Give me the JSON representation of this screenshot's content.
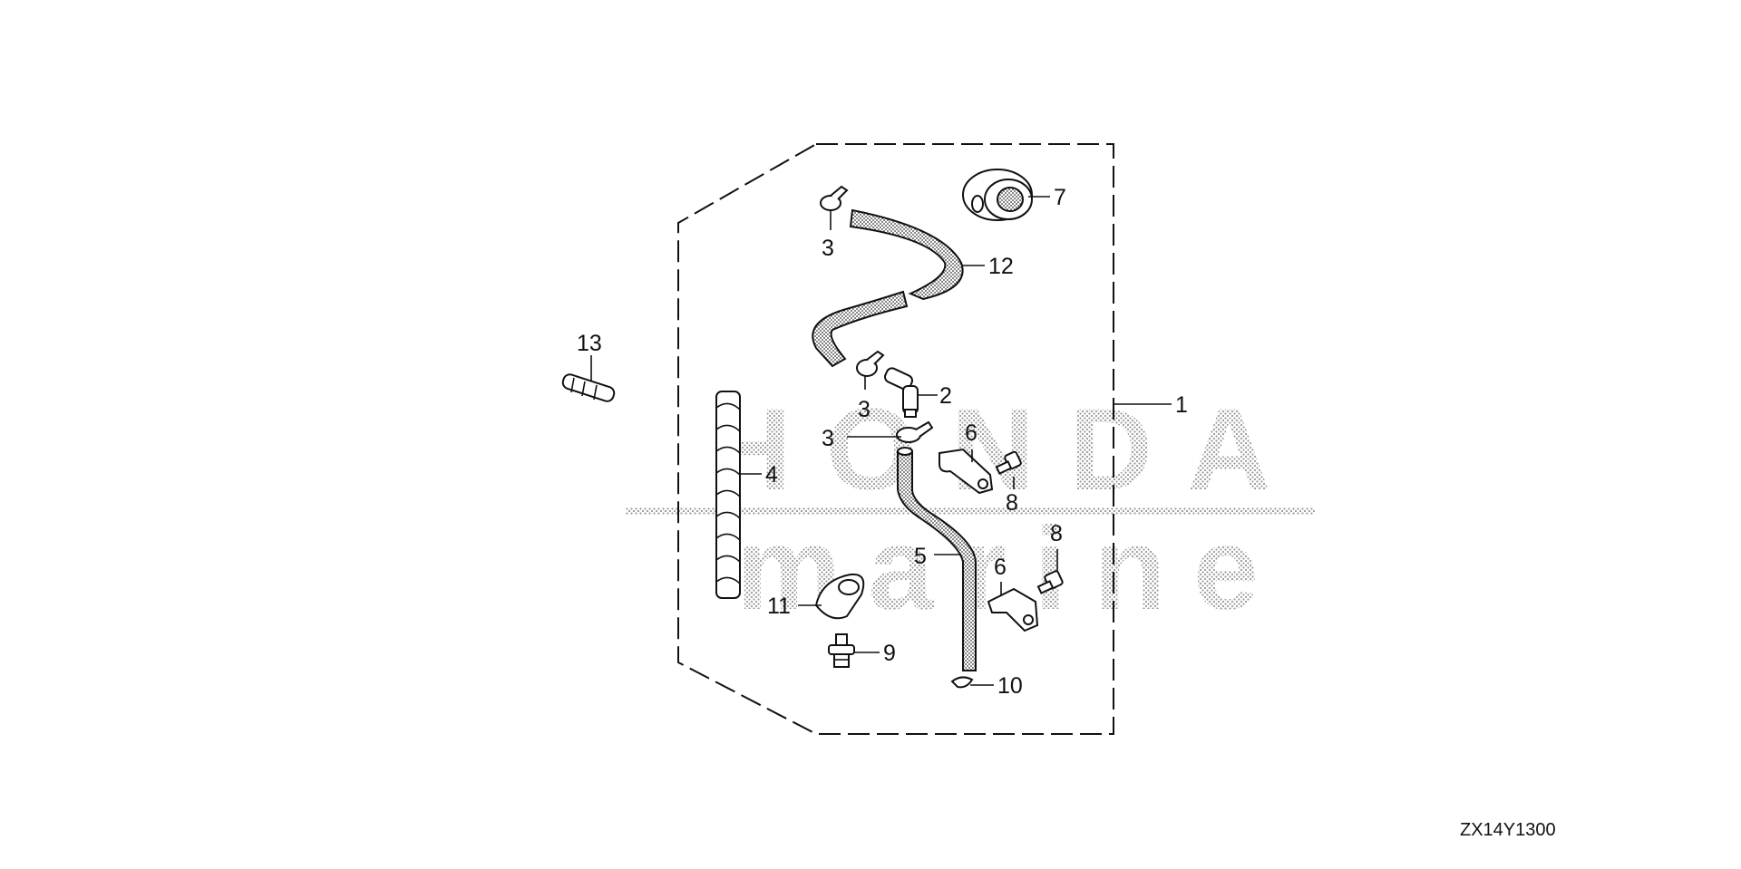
{
  "diagram": {
    "code": "ZX14Y1300",
    "watermark": {
      "line1": "HONDA",
      "line2": "marine"
    },
    "callouts": [
      {
        "id": "c1",
        "text": "1"
      },
      {
        "id": "c2",
        "text": "2"
      },
      {
        "id": "c3a",
        "text": "3"
      },
      {
        "id": "c3b",
        "text": "3"
      },
      {
        "id": "c3c",
        "text": "3"
      },
      {
        "id": "c4",
        "text": "4"
      },
      {
        "id": "c5",
        "text": "5"
      },
      {
        "id": "c6a",
        "text": "6"
      },
      {
        "id": "c6b",
        "text": "6"
      },
      {
        "id": "c7",
        "text": "7"
      },
      {
        "id": "c8a",
        "text": "8"
      },
      {
        "id": "c8b",
        "text": "8"
      },
      {
        "id": "c9",
        "text": "9"
      },
      {
        "id": "c10",
        "text": "10"
      },
      {
        "id": "c11",
        "text": "11"
      },
      {
        "id": "c12",
        "text": "12"
      },
      {
        "id": "c13",
        "text": "13"
      }
    ]
  },
  "colors": {
    "ink": "#111111",
    "watermark": "#9a9a9a",
    "background": "#ffffff"
  }
}
